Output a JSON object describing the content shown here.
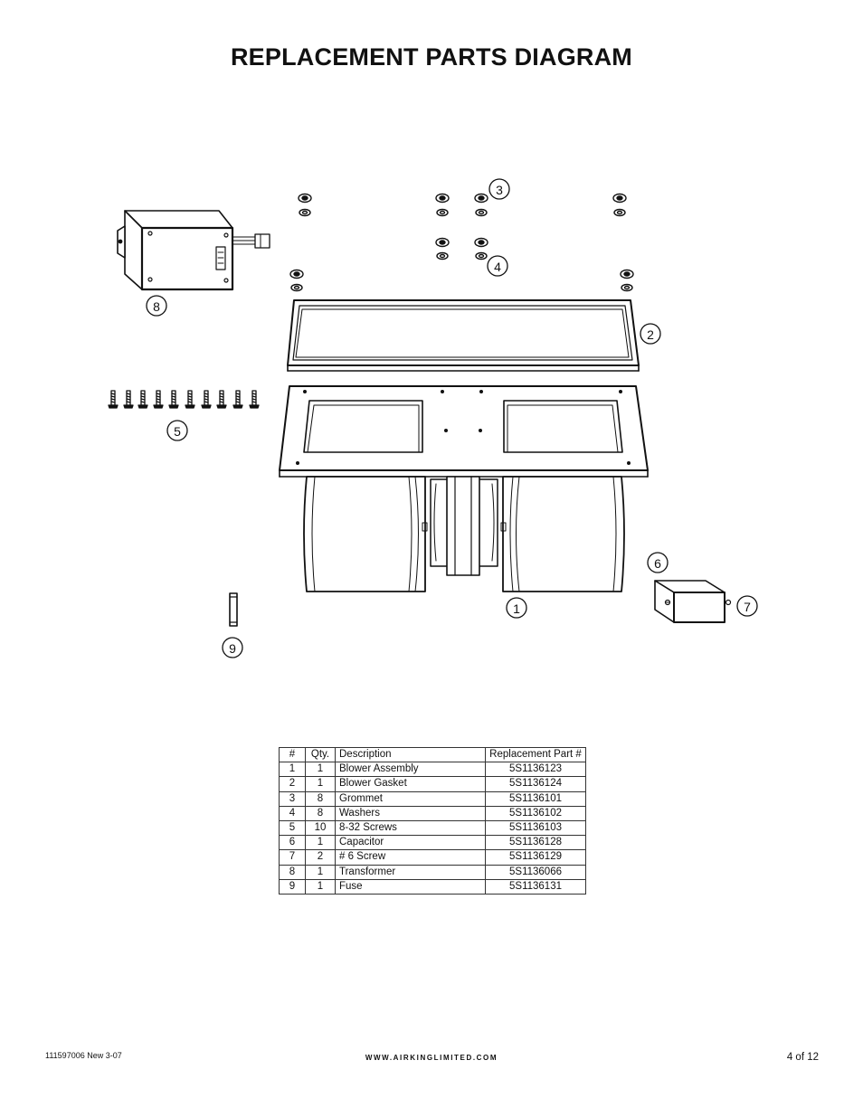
{
  "title": "REPLACEMENT PARTS DIAGRAM",
  "callouts": [
    "1",
    "2",
    "3",
    "4",
    "5",
    "6",
    "7",
    "8",
    "9"
  ],
  "table": {
    "headers": [
      "#",
      "Qty.",
      "Description",
      "Replacement Part #"
    ],
    "rows": [
      [
        "1",
        "1",
        "Blower Assembly",
        "5S1136123"
      ],
      [
        "2",
        "1",
        "Blower Gasket",
        "5S1136124"
      ],
      [
        "3",
        "8",
        "Grommet",
        "5S1136101"
      ],
      [
        "4",
        "8",
        "Washers",
        "5S1136102"
      ],
      [
        "5",
        "10",
        "8-32 Screws",
        "5S1136103"
      ],
      [
        "6",
        "1",
        "Capacitor",
        "5S1136128"
      ],
      [
        "7",
        "2",
        "# 6 Screw",
        "5S1136129"
      ],
      [
        "8",
        "1",
        "Transformer",
        "5S1136066"
      ],
      [
        "9",
        "1",
        "Fuse",
        "5S1136131"
      ]
    ]
  },
  "footer": {
    "doc_number": "111597006 New 3-07",
    "website": "WWW.AIRKINGLIMITED.COM",
    "page": "4 of 12"
  }
}
